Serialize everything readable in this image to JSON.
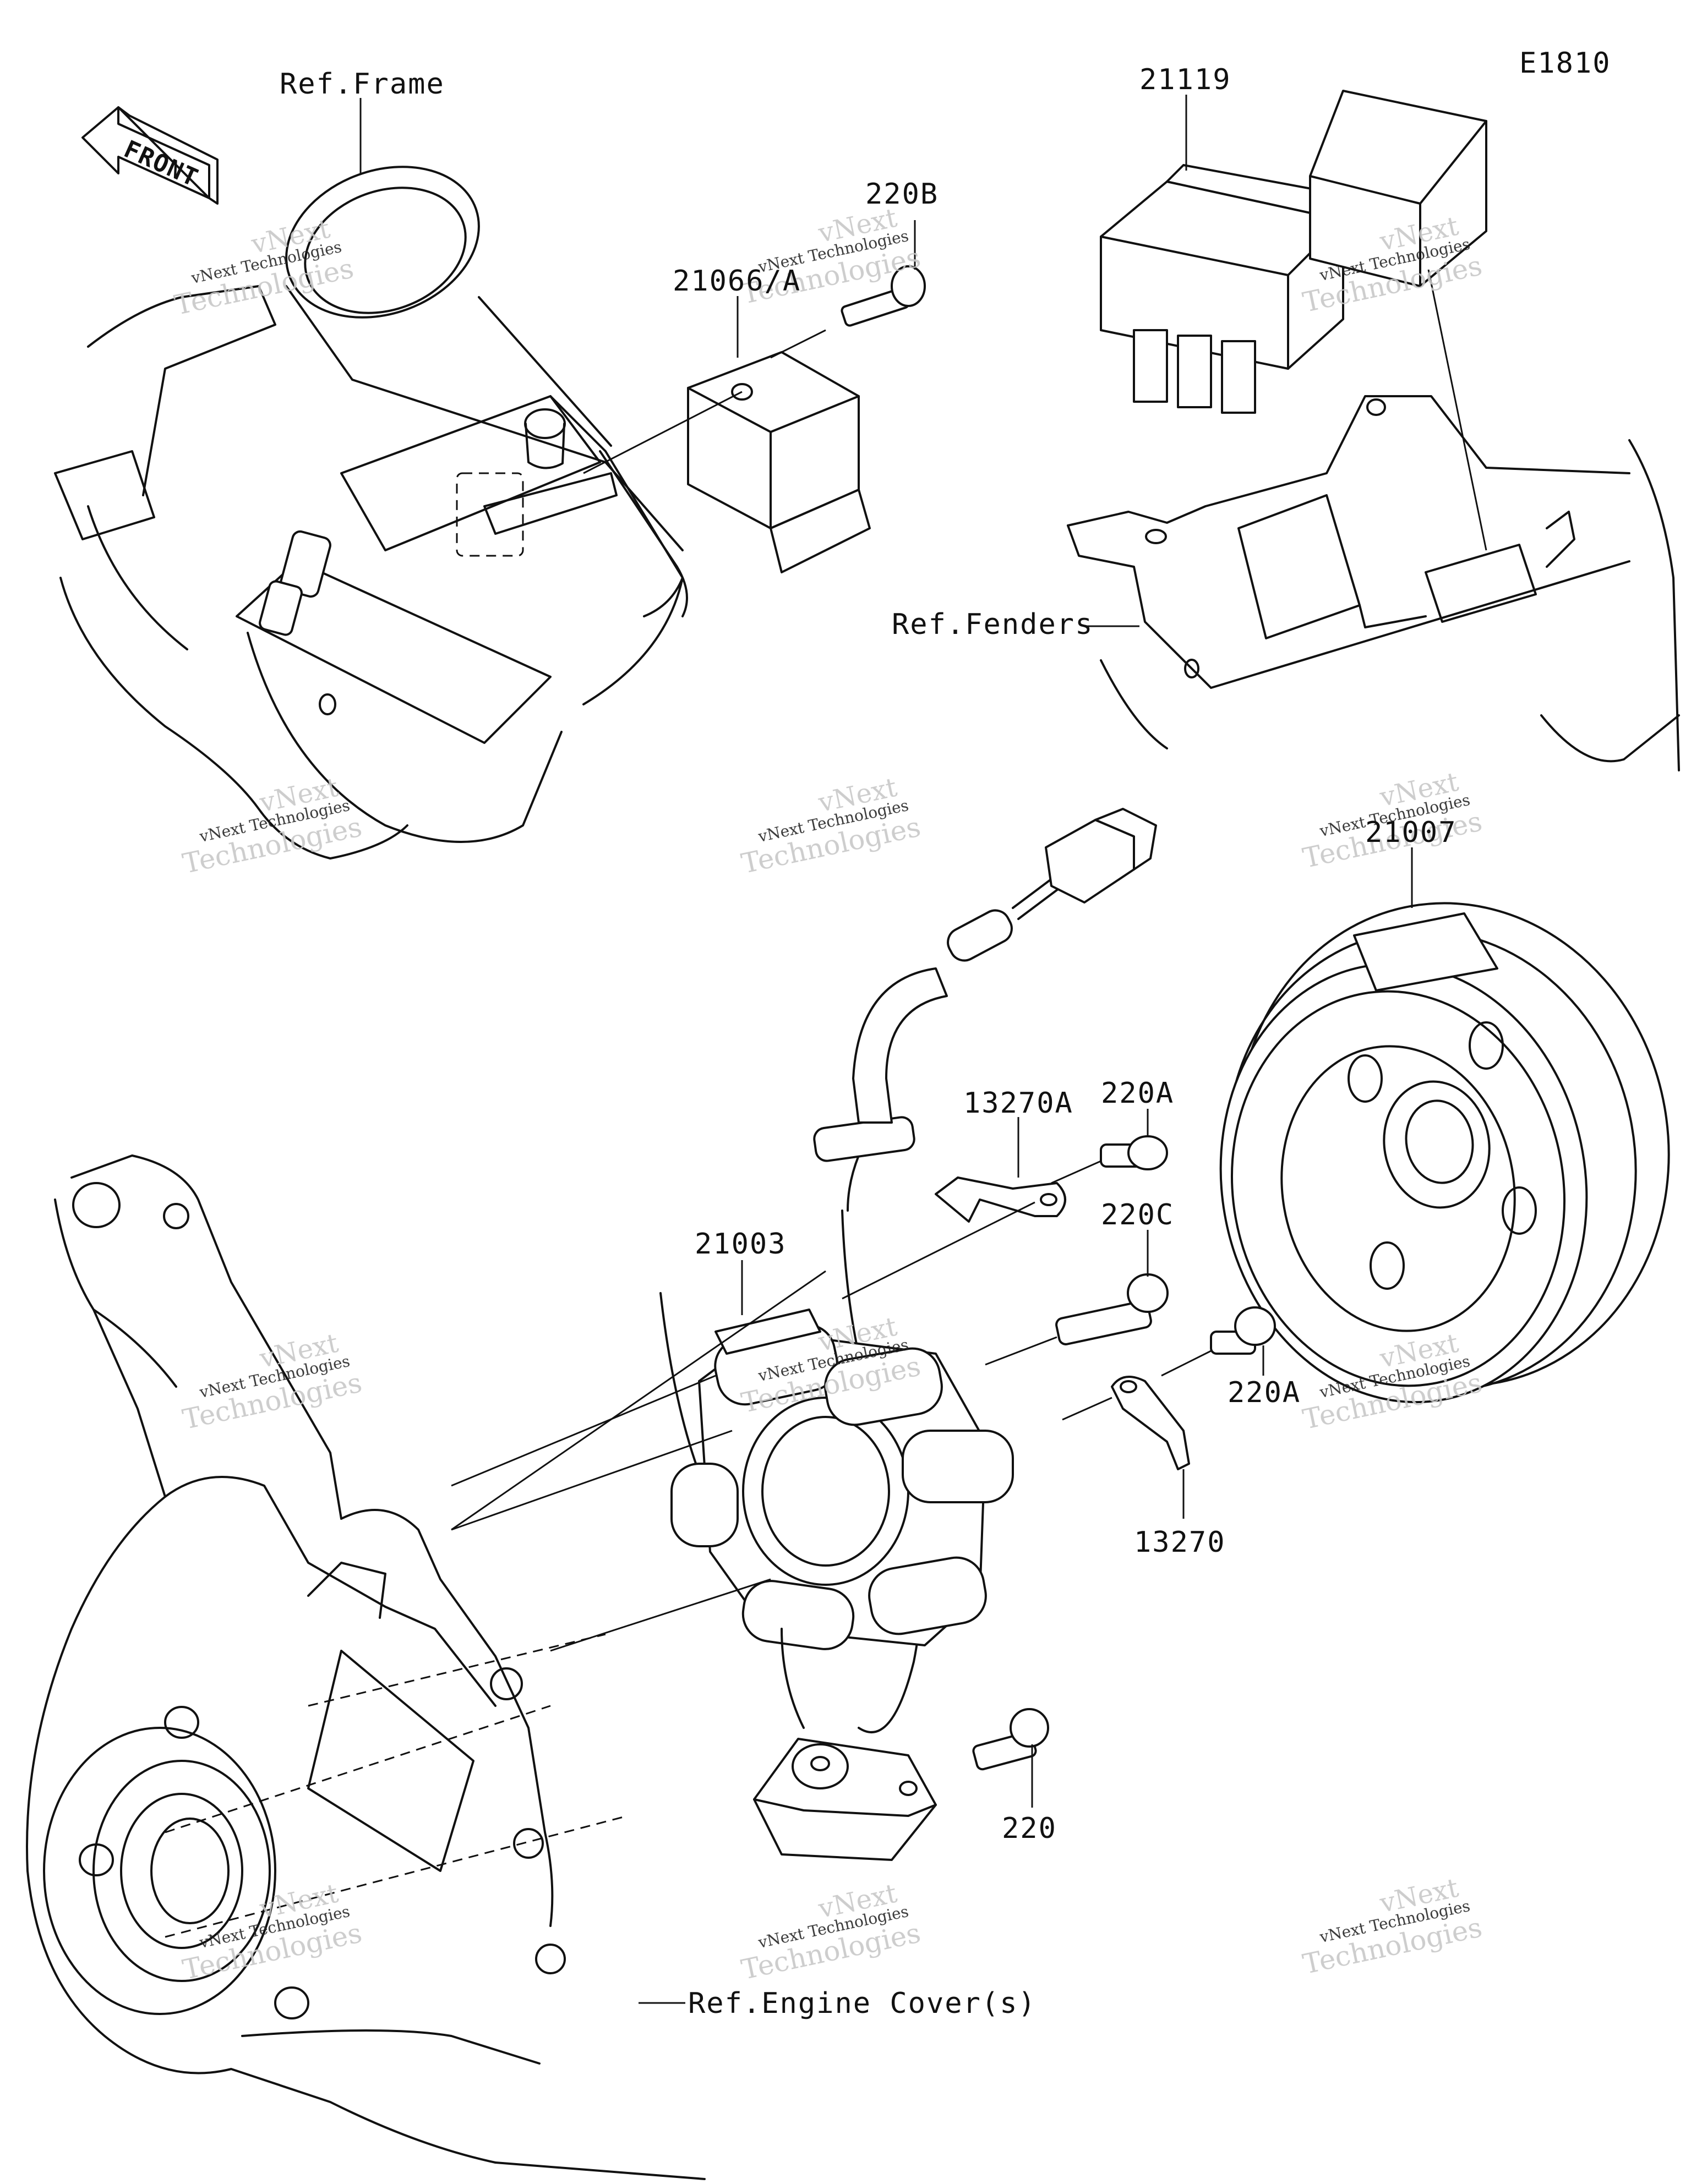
{
  "diagram_code": "E1810",
  "front_label": "FRONT",
  "parts": {
    "p21119": "21119",
    "p220B": "220B",
    "p21066A": "21066/A",
    "p21007": "21007",
    "p220A_top": "220A",
    "p13270A": "13270A",
    "p220C": "220C",
    "p21003": "21003",
    "p220A_bottom": "220A",
    "p13270": "13270",
    "p220": "220"
  },
  "references": {
    "frame": "Ref.Frame",
    "fenders": "Ref.Fenders",
    "engine_cover": "Ref.Engine Cover(s)"
  },
  "watermark": {
    "line1": "vNext Technologies",
    "line2": "vNext",
    "line3": "Technologies"
  }
}
